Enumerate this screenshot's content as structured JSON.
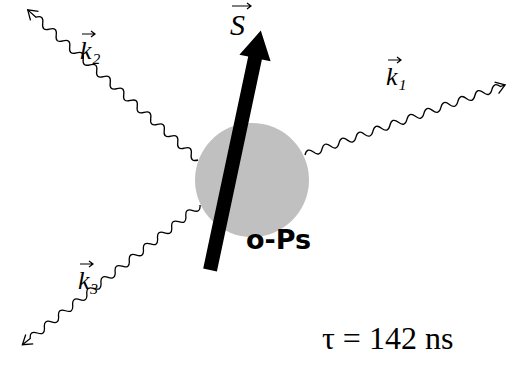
{
  "diagram": {
    "labels": [
      "S",
      "k₁",
      "k₂",
      "k₃",
      "o-Ps",
      "τ = 142 ns"
    ]
  }
}
